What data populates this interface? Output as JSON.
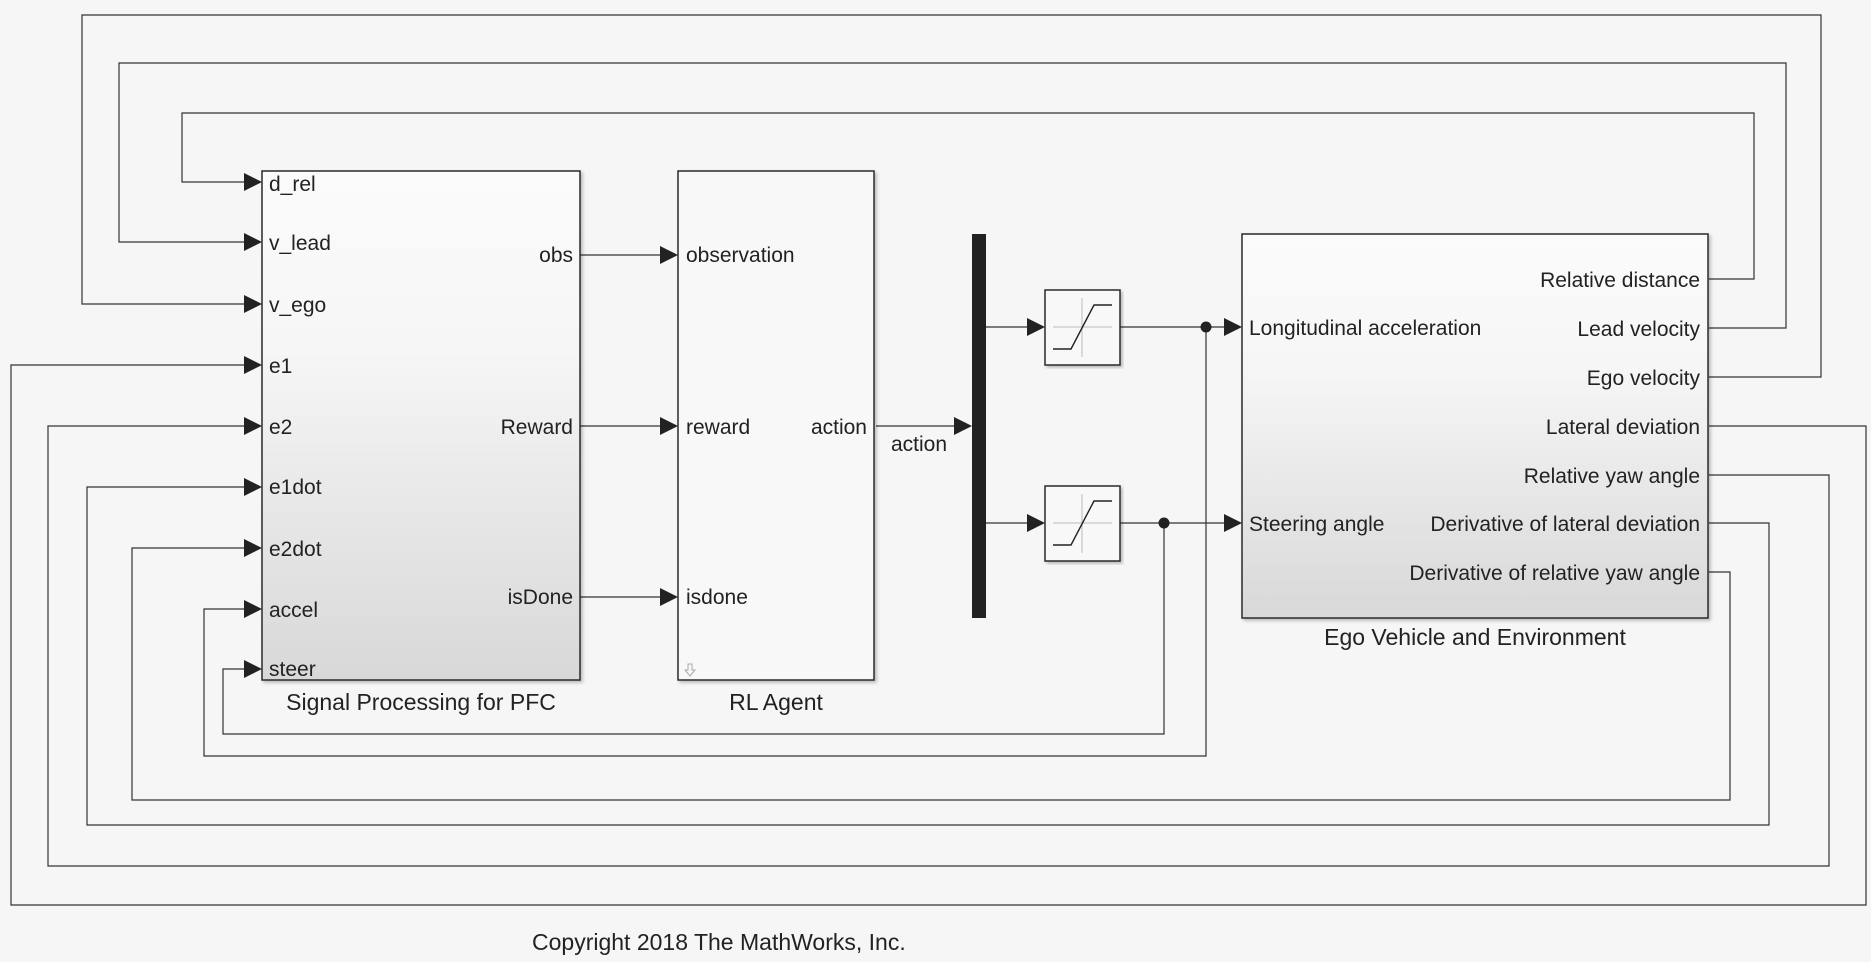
{
  "blocks": {
    "signal_processing": {
      "name": "Signal Processing for PFC",
      "inputs": [
        "d_rel",
        "v_lead",
        "v_ego",
        "e1",
        "e2",
        "e1dot",
        "e2dot",
        "accel",
        "steer"
      ],
      "outputs": [
        "obs",
        "Reward",
        "isDone"
      ]
    },
    "rl_agent": {
      "name": "RL Agent",
      "inputs": [
        "observation",
        "reward",
        "isdone"
      ],
      "output": "action"
    },
    "action_signal": "action",
    "ego_vehicle": {
      "name": "Ego Vehicle and Environment",
      "inputs": [
        "Longitudinal acceleration",
        "Steering angle"
      ],
      "outputs": [
        "Relative distance",
        "Lead velocity",
        "Ego velocity",
        "Lateral deviation",
        "Relative yaw angle",
        "Derivative of lateral deviation",
        "Derivative of relative yaw angle"
      ]
    }
  },
  "footer": {
    "copyright": "Copyright 2018 The MathWorks, Inc."
  },
  "colors": {
    "background": "#f6f6f6",
    "line": "#333333",
    "block_border": "#2a2a2a",
    "demux_bar": "#222222"
  }
}
